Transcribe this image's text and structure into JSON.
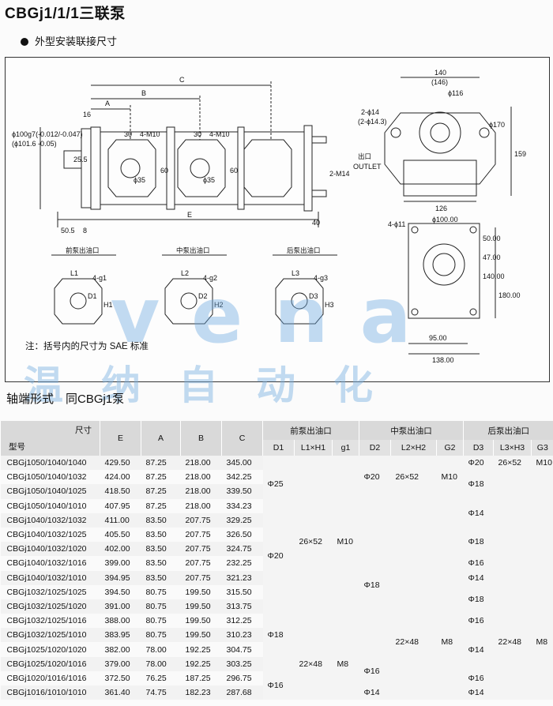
{
  "title": "CBGj1/1/1三联泵",
  "subtitle": "外型安装联接尺寸",
  "note": "注：括号内的尺寸为 SAE 标准",
  "watermark": {
    "brand": "vena",
    "cn": "温纳自动化"
  },
  "shaft_title": "轴端形式　同CBGj1泵",
  "drawing": {
    "dims_side": {
      "A": "A",
      "B": "B",
      "C": "C",
      "E": "E",
      "d16": "16",
      "d30a": "30",
      "d30b": "30",
      "m10a": "4-M10",
      "m10b": "4-M10",
      "d35a": "ϕ35",
      "d35b": "ϕ35",
      "d60a": "60",
      "d60b": "60",
      "d255": "25.5",
      "d505": "50.5",
      "d8": "8",
      "d40": "40",
      "shaft": "ϕ100g7(-0.012/-0.047)",
      "shaftsae": "(ϕ101.6 -0.05)",
      "m14": "2-M14",
      "outlet_cn": "出口",
      "outlet": "OUTLET"
    },
    "dims_front": {
      "w140": "140",
      "w146": "(146)",
      "d116": "ϕ116",
      "holes": "2-ϕ14",
      "holes_sae": "(2-ϕ14.3)",
      "d170": "ϕ170",
      "h159": "159",
      "w126": "126"
    },
    "dims_bottom": {
      "holes": "4-ϕ11",
      "w100": "ϕ100.00",
      "w95": "95.00",
      "w138": "138.00",
      "v50": "50.00",
      "v47": "47.00",
      "v140": "140.00",
      "v180": "180.00"
    },
    "ports": [
      {
        "title": "前泵出油口",
        "l": "L1",
        "g": "4-g1",
        "d": "D1",
        "h": "H1"
      },
      {
        "title": "中泵出油口",
        "l": "L2",
        "g": "4-g2",
        "d": "D2",
        "h": "H2"
      },
      {
        "title": "后泵出油口",
        "l": "L3",
        "g": "4-g3",
        "d": "D3",
        "h": "H3"
      }
    ]
  },
  "table": {
    "corner_top": "尺寸",
    "corner_bottom": "型号",
    "cols": [
      "E",
      "A",
      "B",
      "C"
    ],
    "group_front": "前泵出油口",
    "group_mid": "中泵出油口",
    "group_rear": "后泵出油口",
    "sub": [
      "D1",
      "L1×H1",
      "g1",
      "D2",
      "L2×H2",
      "G2",
      "D3",
      "L3×H3",
      "G3"
    ],
    "rows": [
      {
        "model": "CBGj1050/1040/1040",
        "E": "429.50",
        "A": "87.25",
        "B": "218.00",
        "C": "345.00"
      },
      {
        "model": "CBGj1050/1040/1032",
        "E": "424.00",
        "A": "87.25",
        "B": "218.00",
        "C": "342.25"
      },
      {
        "model": "CBGj1050/1040/1025",
        "E": "418.50",
        "A": "87.25",
        "B": "218.00",
        "C": "339.50"
      },
      {
        "model": "CBGj1050/1040/1010",
        "E": "407.95",
        "A": "87.25",
        "B": "218.00",
        "C": "334.23"
      },
      {
        "model": "CBGj1040/1032/1032",
        "E": "411.00",
        "A": "83.50",
        "B": "207.75",
        "C": "329.25"
      },
      {
        "model": "CBGj1040/1032/1025",
        "E": "405.50",
        "A": "83.50",
        "B": "207.75",
        "C": "326.50"
      },
      {
        "model": "CBGj1040/1032/1020",
        "E": "402.00",
        "A": "83.50",
        "B": "207.75",
        "C": "324.75"
      },
      {
        "model": "CBGj1040/1032/1016",
        "E": "399.00",
        "A": "83.50",
        "B": "207.75",
        "C": "232.25"
      },
      {
        "model": "CBGj1040/1032/1010",
        "E": "394.95",
        "A": "83.50",
        "B": "207.75",
        "C": "321.23"
      },
      {
        "model": "CBGj1032/1025/1025",
        "E": "394.50",
        "A": "80.75",
        "B": "199.50",
        "C": "315.50"
      },
      {
        "model": "CBGj1032/1025/1020",
        "E": "391.00",
        "A": "80.75",
        "B": "199.50",
        "C": "313.75"
      },
      {
        "model": "CBGj1032/1025/1016",
        "E": "388.00",
        "A": "80.75",
        "B": "199.50",
        "C": "312.25"
      },
      {
        "model": "CBGj1032/1025/1010",
        "E": "383.95",
        "A": "80.75",
        "B": "199.50",
        "C": "310.23"
      },
      {
        "model": "CBGj1025/1020/1020",
        "E": "382.00",
        "A": "78.00",
        "B": "192.25",
        "C": "304.75"
      },
      {
        "model": "CBGj1025/1020/1016",
        "E": "379.00",
        "A": "78.00",
        "B": "192.25",
        "C": "303.25"
      },
      {
        "model": "CBGj1020/1016/1016",
        "E": "372.50",
        "A": "76.25",
        "B": "187.25",
        "C": "296.75"
      },
      {
        "model": "CBGj1016/1010/1010",
        "E": "361.40",
        "A": "74.75",
        "B": "182.23",
        "C": "287.68"
      }
    ],
    "front": {
      "d1_a": "Φ25",
      "d1_b": "Φ20",
      "d1_c": "Φ18",
      "d1_d": "Φ16",
      "lh_a": "26×52",
      "g_a": "M10",
      "lh_b": "22×48",
      "g_b": "M8"
    },
    "mid": {
      "d2_a": "Φ20",
      "d2_b": "Φ18",
      "d2_c": "Φ16",
      "d2_d": "Φ14",
      "lh_a": "26×52",
      "g_a": "M10",
      "lh_b": "22×48",
      "g_b": "M8"
    },
    "rear": {
      "d3": [
        "Φ20",
        "Φ18",
        "Φ14",
        "Φ18",
        "Φ16",
        "Φ14",
        "Φ18",
        "Φ16",
        "Φ14",
        "Φ16",
        "Φ14"
      ],
      "lh_a": "26×52",
      "g_a": "M10",
      "lh_b": "22×48",
      "g_b": "M8"
    }
  }
}
